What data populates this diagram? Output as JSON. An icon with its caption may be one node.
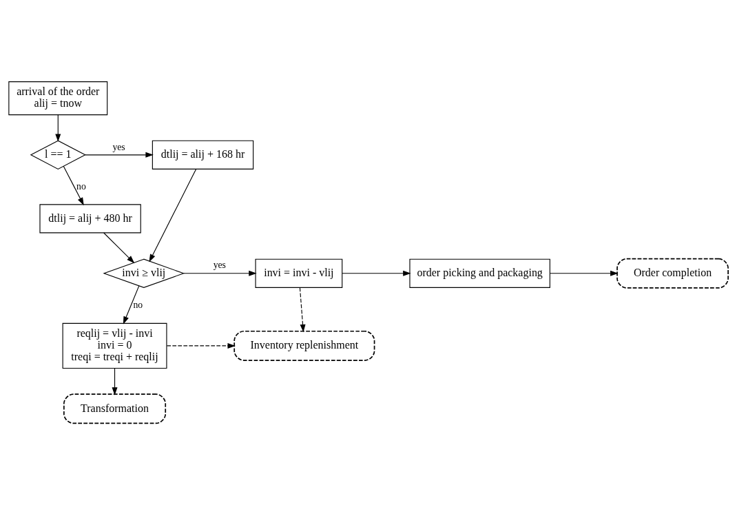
{
  "diagram": {
    "nodes": [
      {
        "text": [
          "arrival of the order",
          "alij = tnow"
        ]
      },
      {
        "text": [
          "l == 1"
        ]
      },
      {
        "text": [
          "dtlij = alij + 168 hr"
        ]
      },
      {
        "text": [
          "dtlij = alij + 480 hr"
        ]
      },
      {
        "text": [
          "invi ≥ vlij"
        ]
      },
      {
        "text": [
          "invi = invi - vlij"
        ]
      },
      {
        "text": [
          "order picking and packaging"
        ]
      },
      {
        "text": [
          "Order completion"
        ]
      },
      {
        "text": [
          "reqlij = vlij - invi",
          "invi = 0",
          "treqi = treqi + reqlij"
        ]
      },
      {
        "text": [
          "Inventory replenishment"
        ]
      },
      {
        "text": [
          "Transformation"
        ]
      }
    ],
    "edges": [
      {
        "from": 0,
        "to": 1,
        "arrow": "to"
      },
      {
        "from": 1,
        "to": 2,
        "arrow": "to",
        "label": "yes"
      },
      {
        "from": 1,
        "to": 3,
        "arrow": "to",
        "label": "no"
      },
      {
        "from": 2,
        "to": 4,
        "arrow": "to"
      },
      {
        "from": 3,
        "to": 4,
        "arrow": "to"
      },
      {
        "from": 4,
        "to": 5,
        "arrow": "to",
        "label": "yes"
      },
      {
        "from": 4,
        "to": 8,
        "arrow": "to",
        "label": "no"
      },
      {
        "from": 5,
        "to": 6,
        "arrow": "to"
      },
      {
        "from": 6,
        "to": 7,
        "arrow": "to"
      },
      {
        "from": 5,
        "to": 9,
        "arrow": "to",
        "style": "dashed"
      },
      {
        "from": 8,
        "to": 9,
        "arrow": "to",
        "style": "dashed"
      },
      {
        "from": 8,
        "to": 10,
        "arrow": "to"
      }
    ]
  }
}
